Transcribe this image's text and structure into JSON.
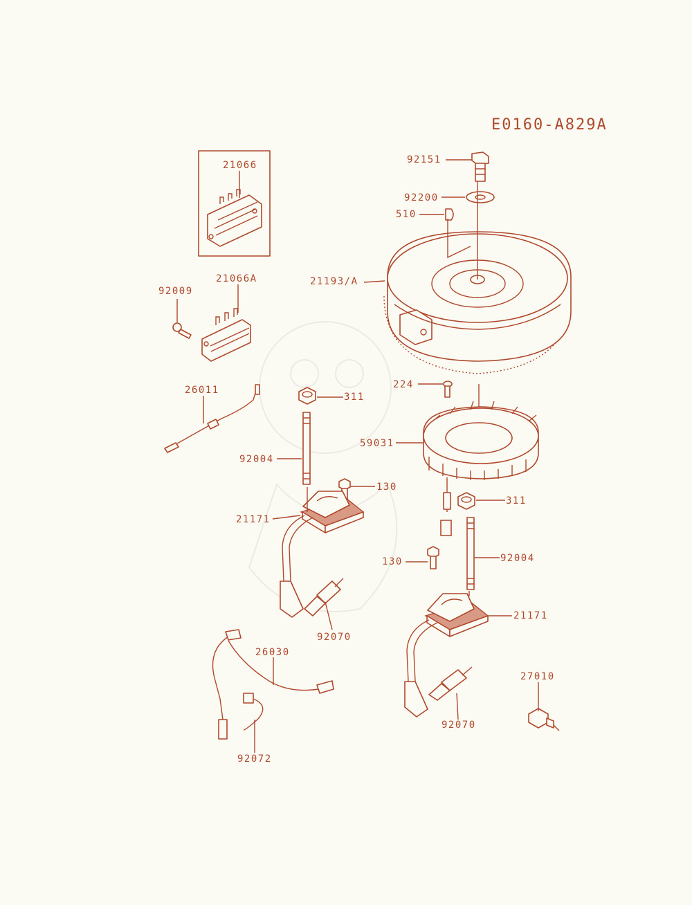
{
  "diagram_code": "E0160-A829A",
  "colors": {
    "line": "#b0482c",
    "fill": "#d89a85",
    "background": "#fbfbf4"
  },
  "part_labels": [
    "21066",
    "21066A",
    "92009",
    "26011",
    "311",
    "92004",
    "130",
    "21171",
    "92070",
    "26030",
    "92072",
    "92151",
    "92200",
    "510",
    "21193/A",
    "224",
    "59031",
    "311",
    "130",
    "92004",
    "21171",
    "92070",
    "27010"
  ]
}
